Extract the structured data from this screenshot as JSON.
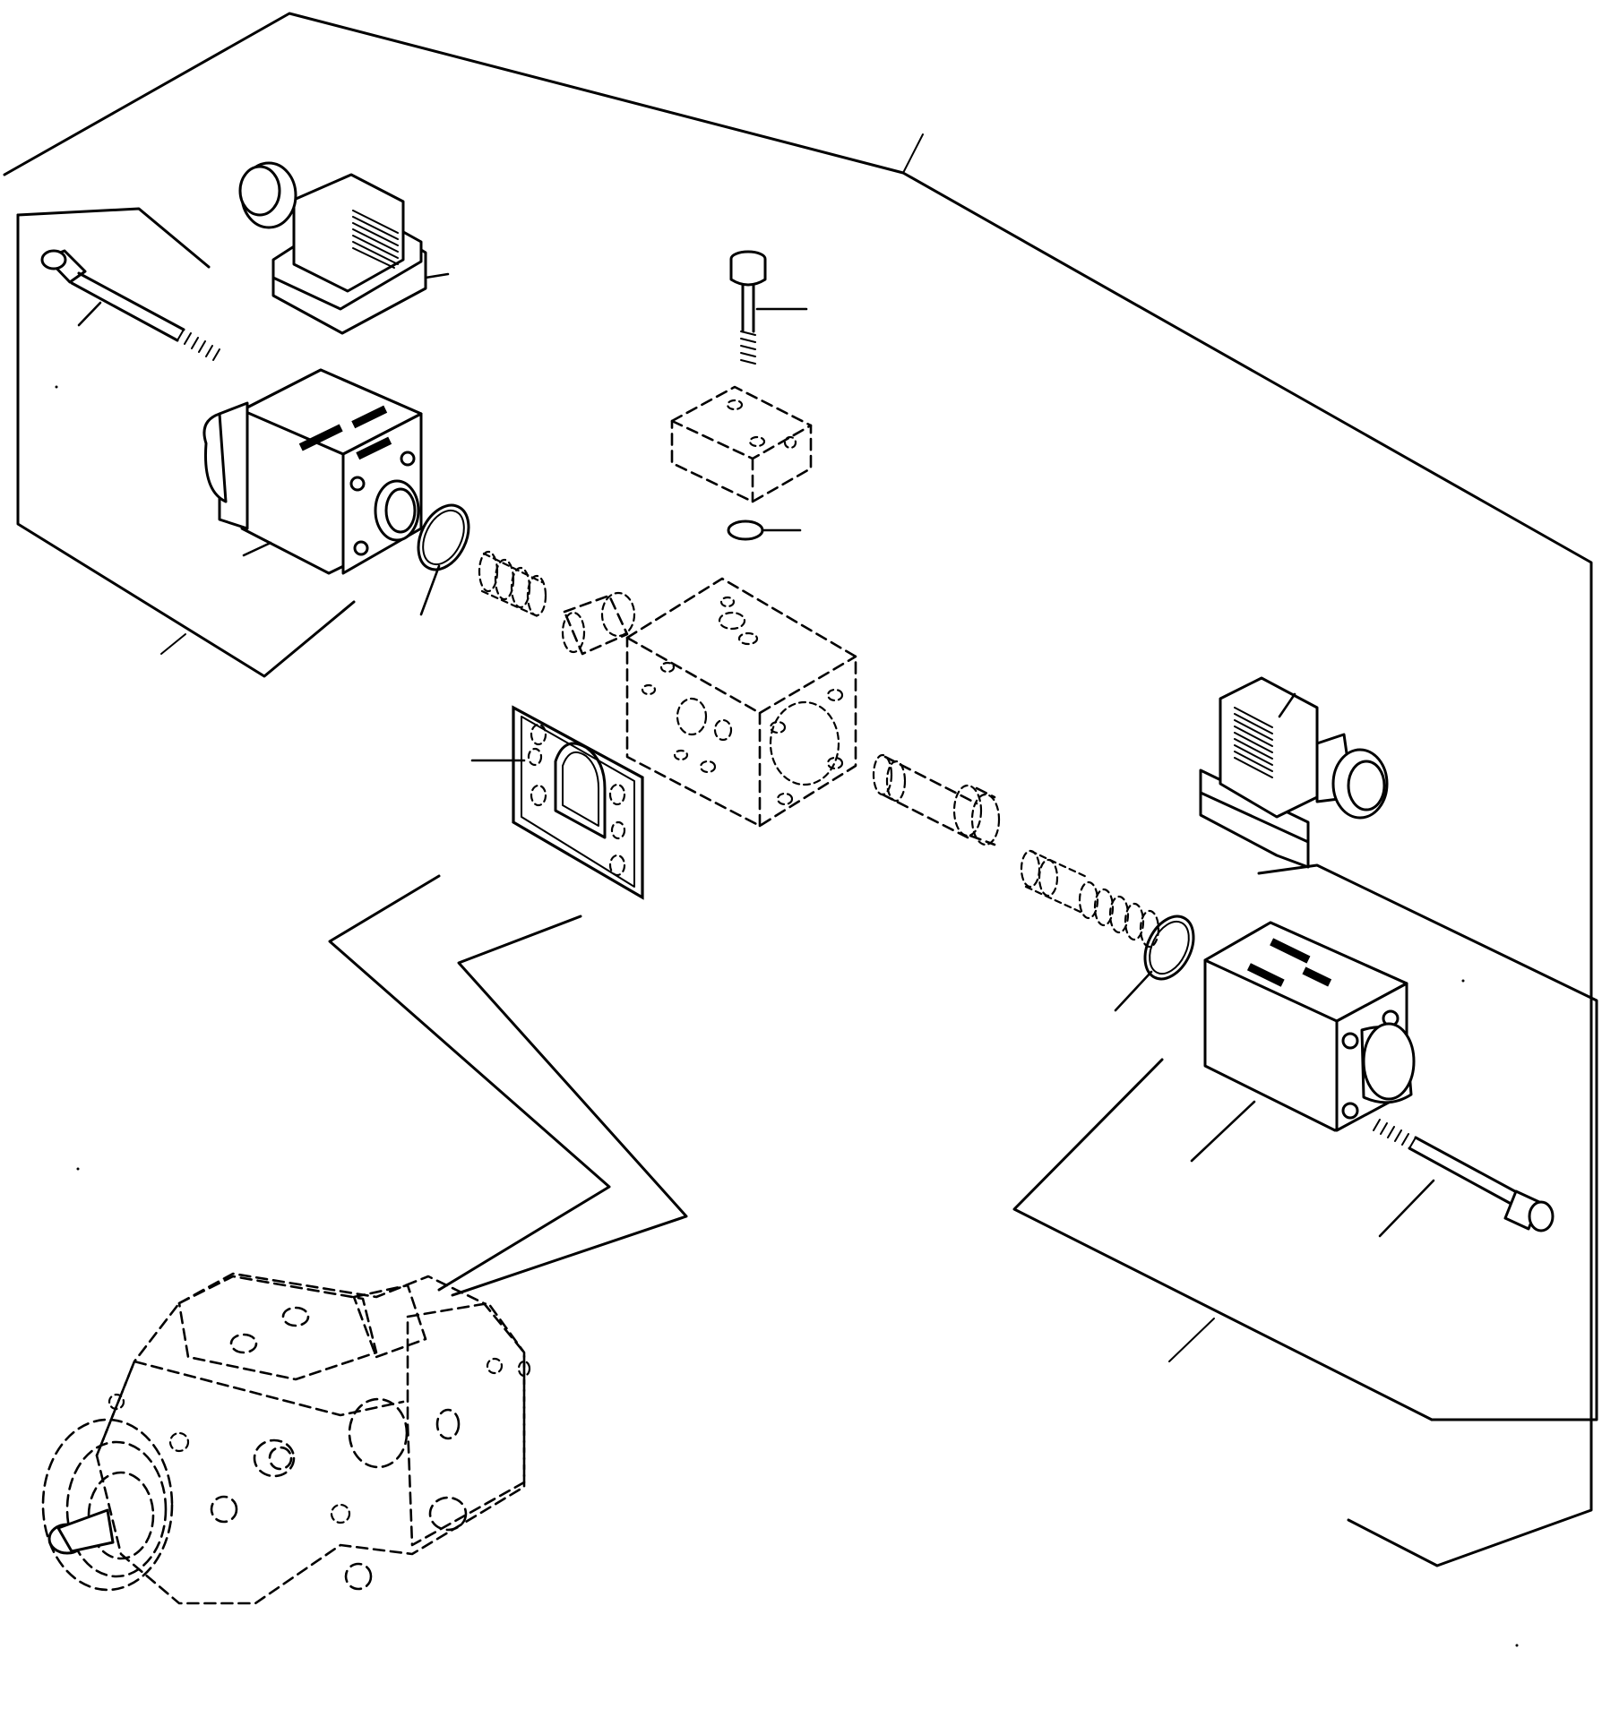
{
  "diagram": {
    "style": "exploded-parts-drawing",
    "colors": {
      "ink": "#000000",
      "paper": "#ffffff"
    },
    "parts": [
      {
        "id": "left-connector",
        "icon": "electrical-connector-icon"
      },
      {
        "id": "left-long-bolt",
        "icon": "long-bolt-icon"
      },
      {
        "id": "left-solenoid",
        "icon": "solenoid-icon"
      },
      {
        "id": "left-o-ring",
        "icon": "o-ring-icon"
      },
      {
        "id": "left-spring",
        "icon": "spring-icon"
      },
      {
        "id": "left-spool-end",
        "icon": "spool-icon"
      },
      {
        "id": "top-cap-bolt",
        "icon": "cap-screw-icon"
      },
      {
        "id": "top-cover-block",
        "icon": "cover-block-icon"
      },
      {
        "id": "top-o-ring",
        "icon": "o-ring-icon"
      },
      {
        "id": "valve-body",
        "icon": "valve-body-icon"
      },
      {
        "id": "gasket",
        "icon": "gasket-icon"
      },
      {
        "id": "right-spool",
        "icon": "spool-icon"
      },
      {
        "id": "right-spring",
        "icon": "spring-icon"
      },
      {
        "id": "right-o-ring",
        "icon": "o-ring-icon"
      },
      {
        "id": "right-connector",
        "icon": "electrical-connector-icon"
      },
      {
        "id": "right-solenoid",
        "icon": "solenoid-icon"
      },
      {
        "id": "right-long-bolt",
        "icon": "long-bolt-icon"
      },
      {
        "id": "hydraulic-pump",
        "icon": "pump-icon"
      }
    ]
  }
}
